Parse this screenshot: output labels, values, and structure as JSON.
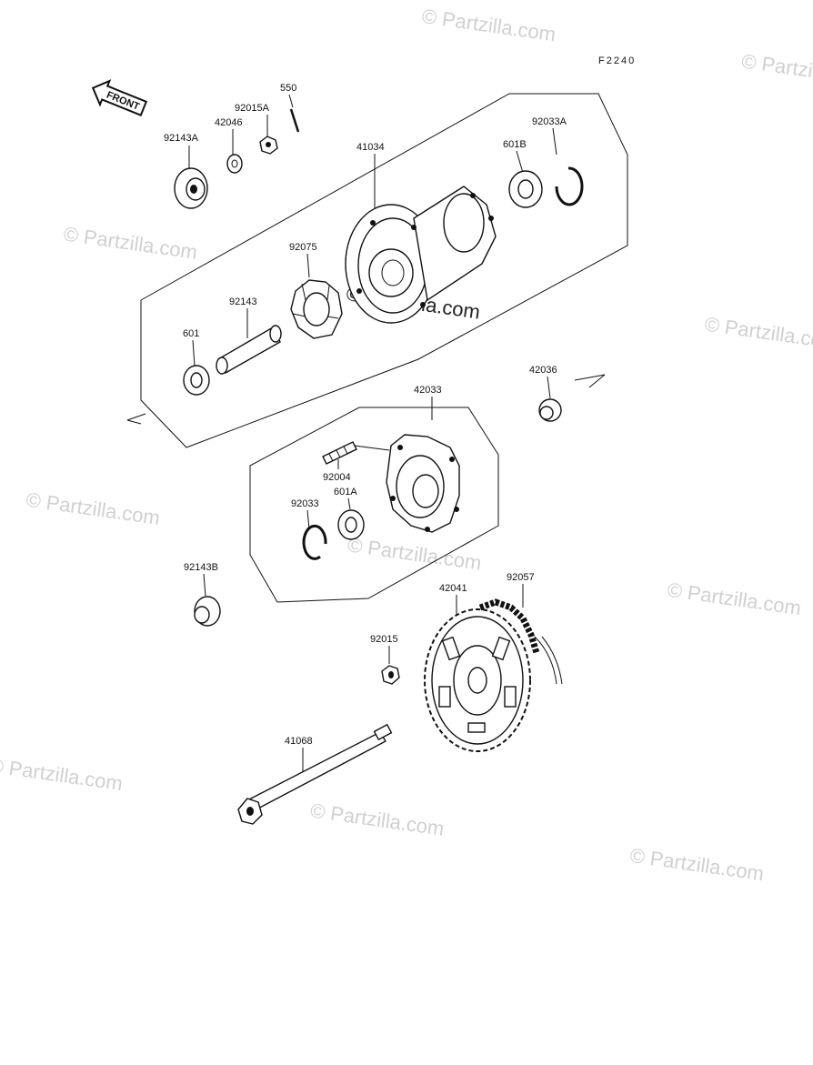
{
  "figure_code": "F2240",
  "front_label": "FRONT",
  "watermark": "© Partzilla.com",
  "center_watermark": "© Partzilla.com",
  "labels": {
    "p550": "550",
    "p92015A": "92015A",
    "p42046": "42046",
    "p92143A": "92143A",
    "p41034": "41034",
    "p92033A": "92033A",
    "p601B": "601B",
    "p92075": "92075",
    "p92143": "92143",
    "p601": "601",
    "p42036": "42036",
    "p42033": "42033",
    "p92004": "92004",
    "p601A": "601A",
    "p92033": "92033",
    "p92143B": "92143B",
    "p42041": "42041",
    "p92057": "92057",
    "p92015": "92015",
    "p41068": "41068"
  }
}
